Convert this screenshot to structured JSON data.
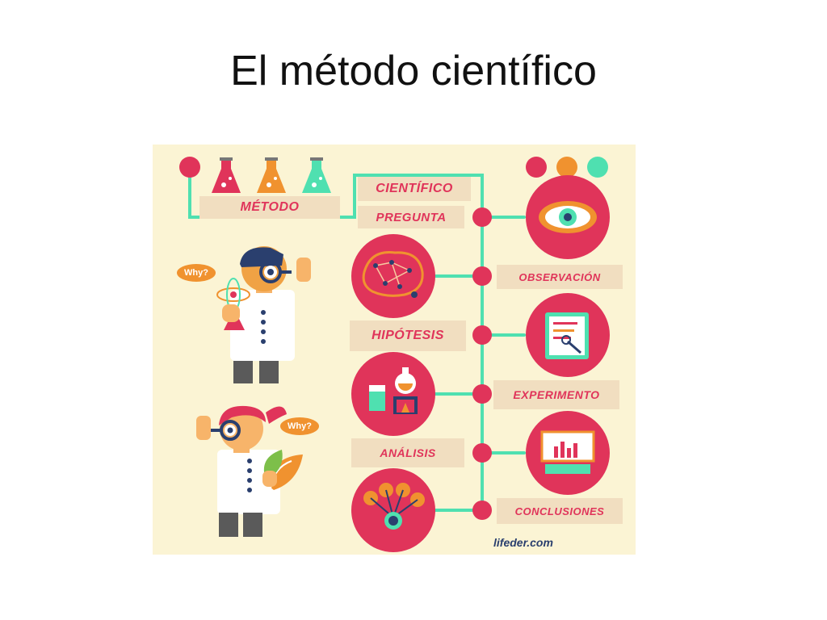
{
  "slide": {
    "title": "El método científico"
  },
  "poster": {
    "heading_top": "CIENTÍFICO",
    "heading_left": "MÉTODO",
    "steps": [
      {
        "label": "PREGUNTA",
        "icon": "eye-icon"
      },
      {
        "label": "OBSERVACIÓN",
        "icon": "brain-network-icon"
      },
      {
        "label": "HIPÓTESIS",
        "icon": "clipboard-icon"
      },
      {
        "label": "EXPERIMENTO",
        "icon": "lab-flask-icon"
      },
      {
        "label": "ANÁLISIS",
        "icon": "bar-chart-monitor-icon"
      },
      {
        "label": "CONCLUSIONES",
        "icon": "connection-network-icon"
      }
    ],
    "bubble_male": "Why?",
    "bubble_female": "Why?",
    "credit": "lifeder.com",
    "colors": {
      "background": "#fbf4d4",
      "pink": "#e0345a",
      "teal": "#4fe0b0",
      "orange": "#f0922f",
      "label_bg": "#f1dec0"
    }
  }
}
